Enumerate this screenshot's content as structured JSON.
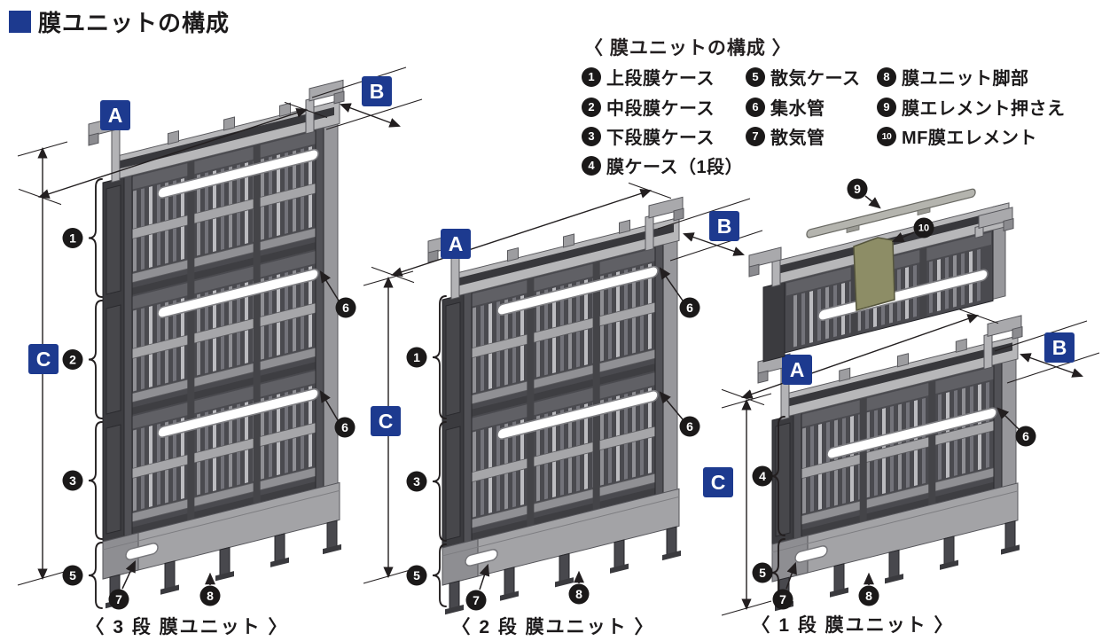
{
  "title": {
    "text": "膜ユニットの構成"
  },
  "legend": {
    "heading": "〈 膜ユニットの構成 〉",
    "items": [
      {
        "num": "1",
        "label": "上段膜ケース"
      },
      {
        "num": "2",
        "label": "中段膜ケース"
      },
      {
        "num": "3",
        "label": "下段膜ケース"
      },
      {
        "num": "4",
        "label": "膜ケース（1段）"
      },
      {
        "num": "5",
        "label": "散気ケース"
      },
      {
        "num": "6",
        "label": "集水管"
      },
      {
        "num": "7",
        "label": "散気管"
      },
      {
        "num": "8",
        "label": "膜ユニット脚部"
      },
      {
        "num": "9",
        "label": "膜エレメント押さえ"
      },
      {
        "num": "10",
        "label": "MF膜エレメント"
      }
    ]
  },
  "figures": [
    {
      "id": "unit-3stage",
      "caption": "〈 3 段 膜ユニット 〉",
      "dim_labels": [
        "A",
        "B",
        "C"
      ],
      "stage_callouts": [
        "1",
        "2",
        "3",
        "5"
      ],
      "pipe_callouts": [
        "6",
        "6"
      ],
      "bottom_callouts": [
        "7",
        "8"
      ]
    },
    {
      "id": "unit-2stage",
      "caption": "〈 2 段 膜ユニット 〉",
      "dim_labels": [
        "A",
        "B",
        "C"
      ],
      "stage_callouts": [
        "1",
        "3",
        "5"
      ],
      "pipe_callouts": [
        "6",
        "6"
      ],
      "bottom_callouts": [
        "7",
        "8"
      ]
    },
    {
      "id": "unit-1stage",
      "caption": "〈 1 段 膜ユニット 〉",
      "dim_labels": [
        "A",
        "B",
        "C"
      ],
      "stage_callouts": [
        "4",
        "5"
      ],
      "pipe_callouts": [
        "6"
      ],
      "bottom_callouts": [
        "7",
        "8"
      ]
    },
    {
      "id": "assembly-detail",
      "callouts": [
        "9",
        "10"
      ]
    }
  ],
  "colors": {
    "accent_navy": "#1d3a8f",
    "ink": "#231f20",
    "callout_bg": "#1b1919",
    "pipe_white": "#ffffff",
    "membrane_olive": "#8d8d66"
  }
}
